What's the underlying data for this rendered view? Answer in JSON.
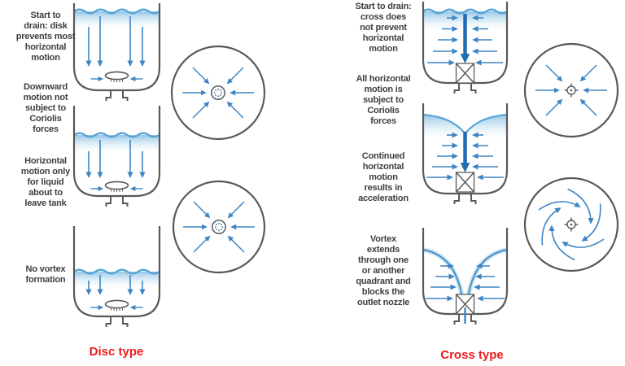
{
  "left_panel": {
    "title": "Disc type",
    "captions": [
      "Start to\ndrain: disk\nprevents most\nhorizontal\nmotion",
      "Downward\nmotion not\nsubject to\nCoriolis\nforces",
      "Horizontal\nmotion only\nfor liquid\nabout to\nleave tank",
      "No vortex\nformation"
    ],
    "icons": [
      "tank-with-disc-vortex-breaker-icon",
      "top-view-radial-inflow-icon"
    ]
  },
  "right_panel": {
    "title": "Cross type",
    "captions": [
      "Start to drain:\ncross does\nnot prevent\nhorizontal\nmotion",
      "All horizontal\nmotion is\nsubject to\nCoriolis\nforces",
      "Continued\nhorizontal\nmotion\nresults in\nacceleration",
      "Vortex\nextends\nthrough one\nor another\nquadrant and\nblocks the\noutlet nozzle"
    ],
    "icons": [
      "tank-with-cross-vortex-breaker-icon",
      "top-view-radial-inflow-icon",
      "top-view-swirl-icon"
    ]
  },
  "colors": {
    "caption_text": "#3e3e3e",
    "type_label_red": "#ee1b1b",
    "arrow_blue": "#3f85c4",
    "strong_arrow_blue": "#1f6cb3",
    "water_surface_blue": "#58a5d8",
    "water_fill_blue": "#8fc3e4",
    "outline_gray": "#58595b"
  }
}
